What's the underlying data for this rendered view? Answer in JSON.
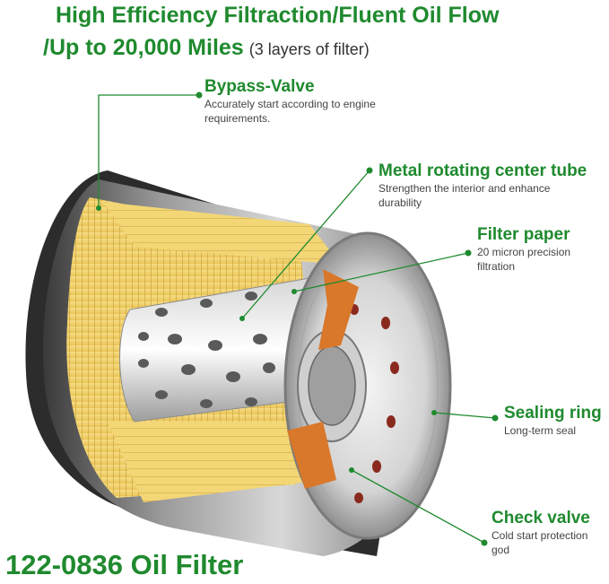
{
  "title_line1": "High Efficiency Filtraction/Fluent Oil Flow",
  "title_line2": "/Up  to 20,000 Miles",
  "title_note": "(3 layers of filter)",
  "callouts": {
    "bypass": {
      "head": "Bypass-Valve",
      "desc1": "Accurately start according to engine",
      "desc2": " requirements."
    },
    "tube": {
      "head": "Metal rotating center tube",
      "desc1": "Strengthen the interior and enhance",
      "desc2": "durability"
    },
    "paper": {
      "head": "Filter paper",
      "desc1": "20 micron precision",
      "desc2": "filtration"
    },
    "sealing": {
      "head": "Sealing ring",
      "desc1": "Long-term seal"
    },
    "check": {
      "head": "Check valve",
      "desc1": "Cold start protection",
      "desc2": "god"
    }
  },
  "footer": "122-0836 Oil Filter",
  "colors": {
    "accent": "#1f8a2e",
    "media": "#f2cf6a",
    "metal": "#8a8a8a",
    "valve": "#d9772a"
  }
}
